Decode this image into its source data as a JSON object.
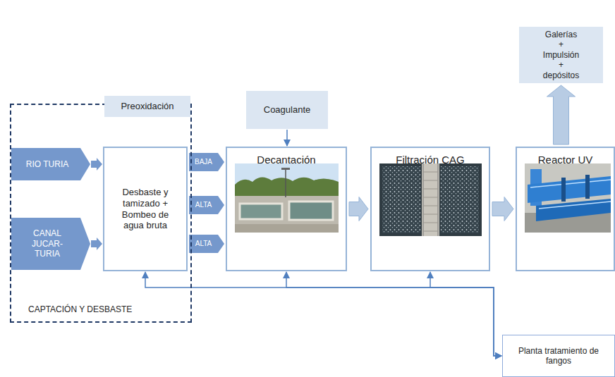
{
  "diagram": {
    "nodes": [
      {
        "text": [
          "CAPTACIÓN Y DESBASTE"
        ]
      },
      {
        "text": [
          "Preoxidación"
        ],
        "in": 0
      },
      {
        "text": [
          "RIO TURIA"
        ],
        "in": 0
      },
      {
        "text": [
          "CANAL JUCAR-TURIA"
        ],
        "in": 0
      },
      {
        "text": [
          "Desbaste y tamizado + Bombeo de agua bruta"
        ],
        "in": 0
      },
      {
        "text": [
          "Coagulante"
        ]
      },
      {
        "text": [
          "Decantación"
        ]
      },
      {
        "text": [
          "Filtración CAG"
        ]
      },
      {
        "text": [
          "Galerías + Impulsión + depósitos"
        ]
      },
      {
        "text": [
          "Reactor UV"
        ]
      },
      {
        "text": [
          "Planta tratamiento de fangos"
        ]
      }
    ],
    "edges": [
      {
        "from": 2,
        "to": 4,
        "arrow": "to"
      },
      {
        "from": 3,
        "to": 4,
        "arrow": "to"
      },
      {
        "from": 4,
        "to": 6,
        "label": "BAJA",
        "arrow": "to"
      },
      {
        "from": 4,
        "to": 6,
        "label": "ALTA",
        "arrow": "to"
      },
      {
        "from": 4,
        "to": 6,
        "label": "ALTA",
        "arrow": "to"
      },
      {
        "from": 5,
        "to": 6,
        "arrow": "to"
      },
      {
        "from": 6,
        "to": 7,
        "arrow": "to"
      },
      {
        "from": 7,
        "to": 9,
        "arrow": "to"
      },
      {
        "from": 9,
        "to": 8,
        "arrow": "to"
      },
      {
        "from": 4,
        "to": 10,
        "arrow": "both"
      },
      {
        "from": 6,
        "to": 10,
        "arrow": "both"
      },
      {
        "from": 7,
        "to": 10,
        "arrow": "both"
      }
    ]
  }
}
